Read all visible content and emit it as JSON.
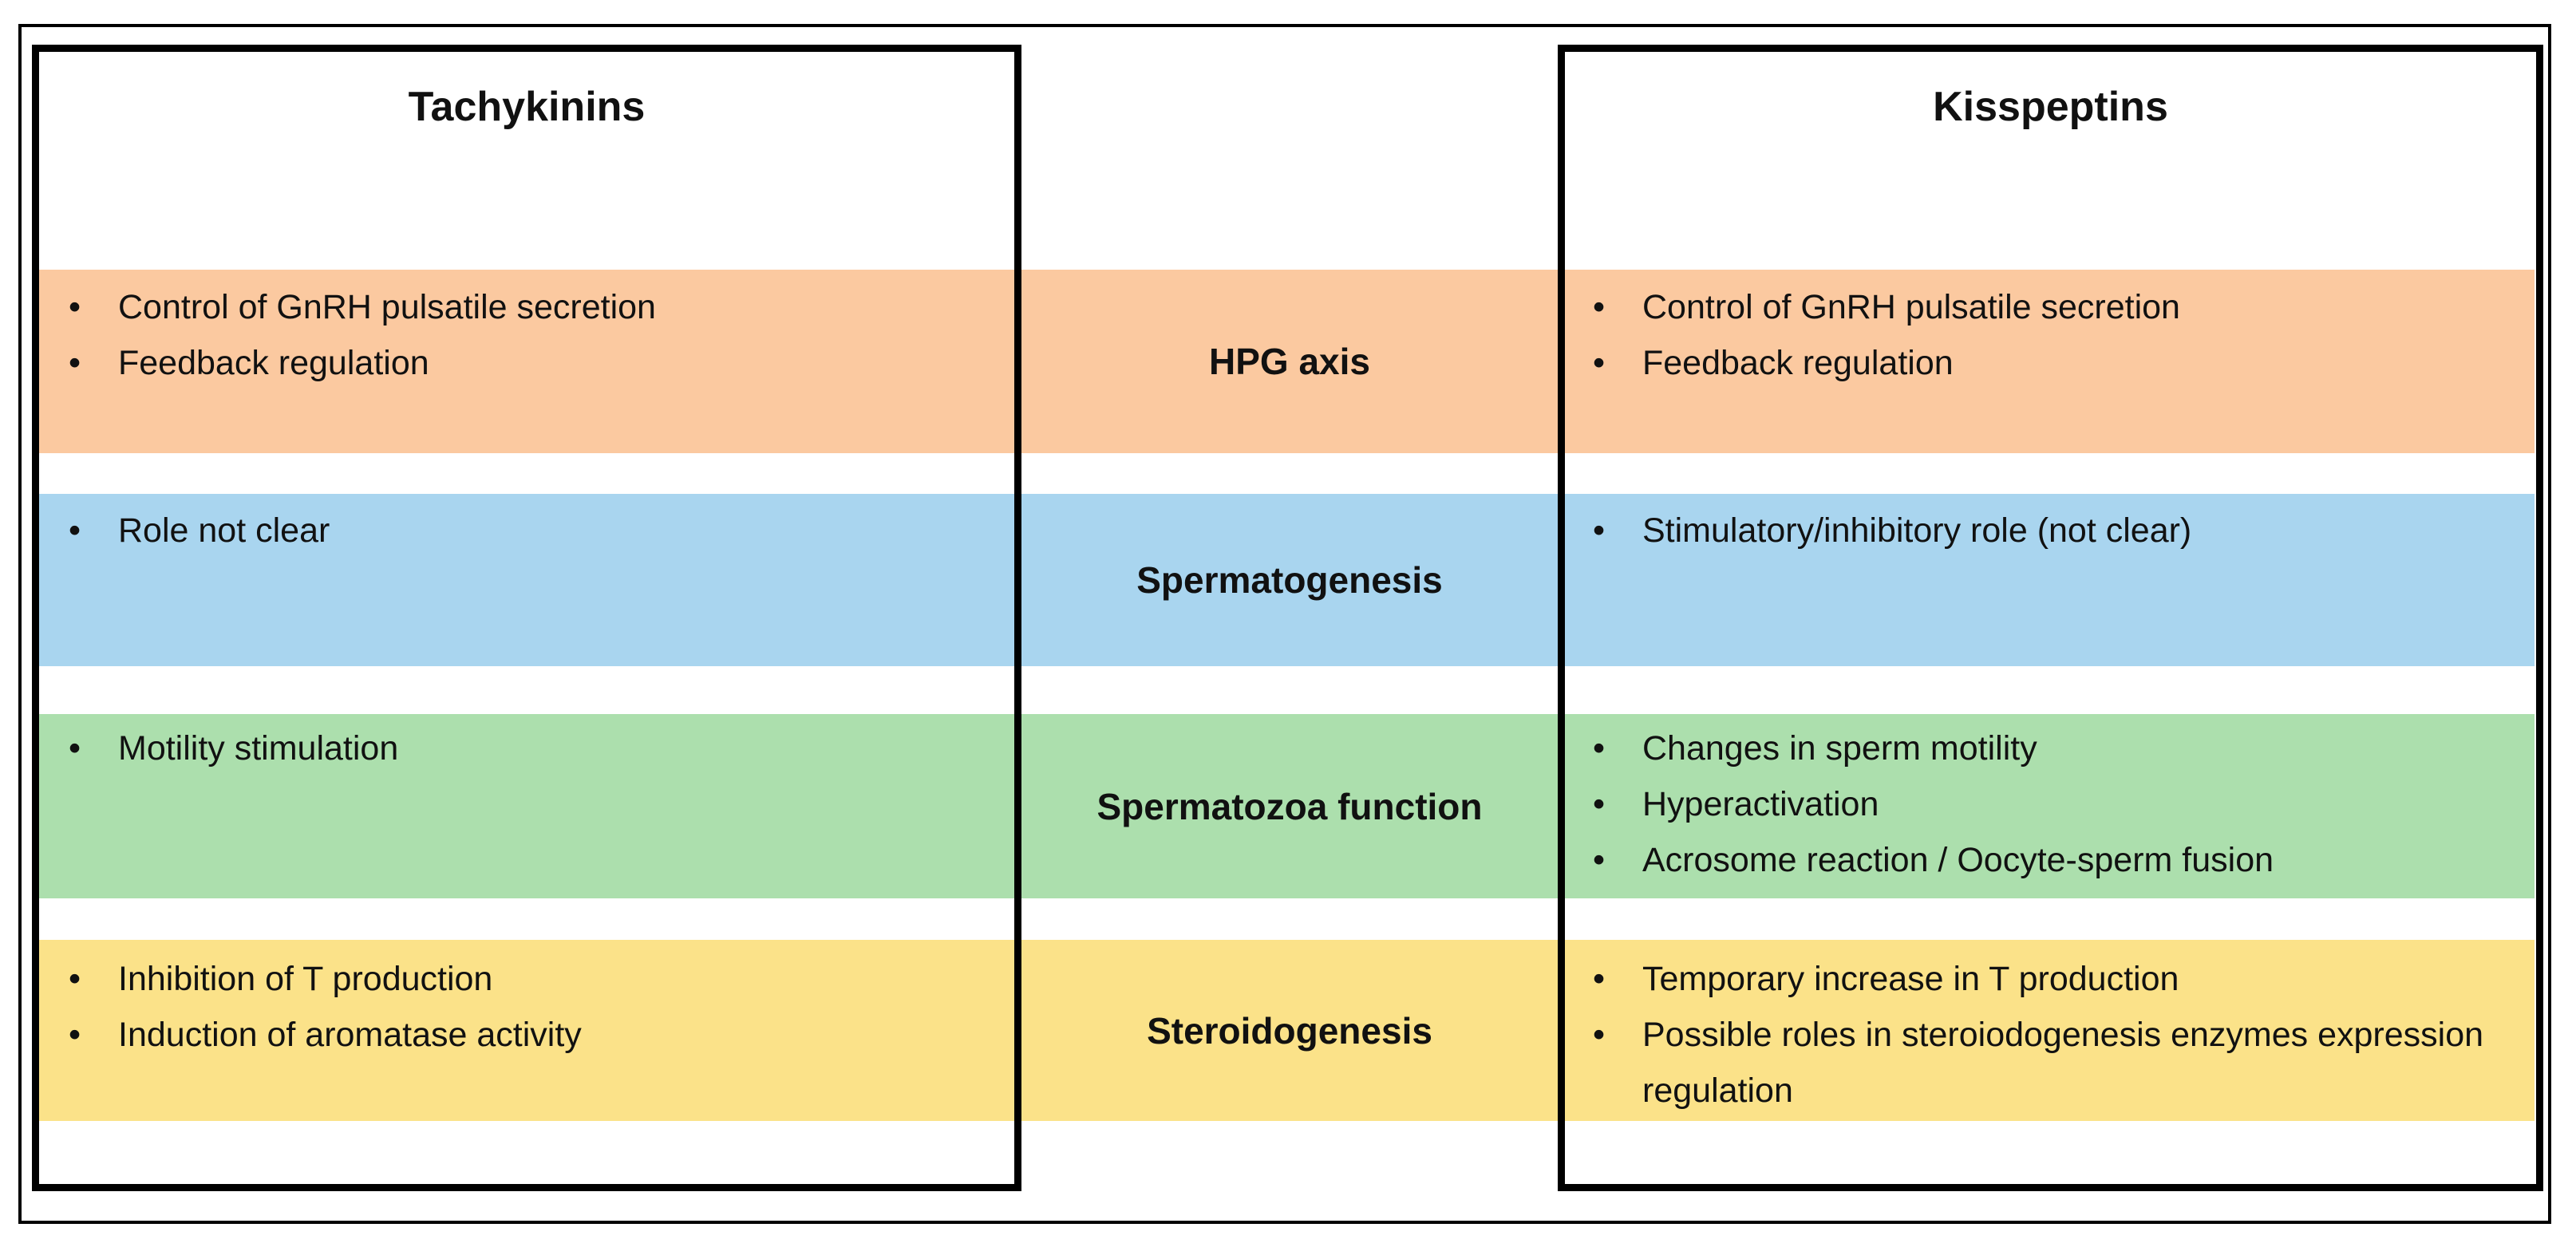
{
  "figure": {
    "description": "Comparison of reproductive roles of Tachykinins and Kisspeptins",
    "bullet_glyph": "•"
  },
  "palette": {
    "background": "#FFFFFF",
    "border": "#000000",
    "text": "#111111"
  },
  "columns": {
    "left": {
      "title": "Tachykinins"
    },
    "right": {
      "title": "Kisspeptins"
    }
  },
  "rows": [
    {
      "label": "HPG axis",
      "color": "#FBC9A0",
      "left": [
        "Control of GnRH pulsatile secretion",
        "Feedback regulation"
      ],
      "right": [
        "Control of GnRH pulsatile secretion",
        "Feedback regulation"
      ]
    },
    {
      "label": "Spermatogenesis",
      "color": "#A9D5EF",
      "left": [
        "Role not clear"
      ],
      "right": [
        "Stimulatory/inhibitory role (not clear)"
      ]
    },
    {
      "label": "Spermatozoa function",
      "color": "#ACDFAD",
      "left": [
        "Motility stimulation"
      ],
      "right": [
        "Changes in sperm motility",
        "Hyperactivation",
        "Acrosome reaction / Oocyte-sperm fusion"
      ]
    },
    {
      "label": "Steroidogenesis",
      "color": "#FBE289",
      "left": [
        "Inhibition of T production",
        "Induction of aromatase activity"
      ],
      "right": [
        "Temporary increase in T production",
        "Possible roles in steroiodogenesis enzymes expression regulation"
      ]
    }
  ]
}
